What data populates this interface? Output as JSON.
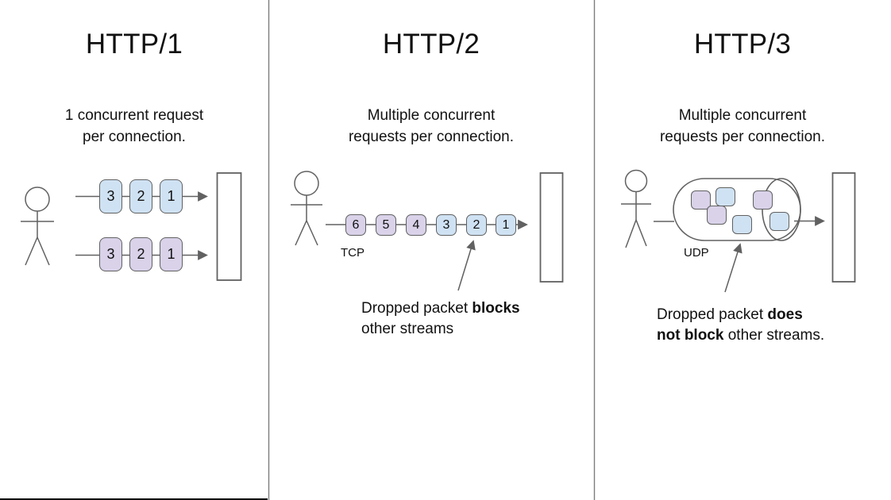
{
  "palette": {
    "packet_blue": "#cfe2f3",
    "packet_purple": "#d9d2e9",
    "stroke_gray": "#616161",
    "divider_gray": "#7d7d7d"
  },
  "http1": {
    "title": "HTTP/1",
    "subtitle_line1": "1 concurrent request",
    "subtitle_line2": "per connection.",
    "lanes": [
      {
        "color": "blue",
        "packets": [
          "3",
          "2",
          "1"
        ]
      },
      {
        "color": "purple",
        "packets": [
          "3",
          "2",
          "1"
        ]
      }
    ]
  },
  "http2": {
    "title": "HTTP/2",
    "subtitle_line1": "Multiple concurrent",
    "subtitle_line2": "requests per connection.",
    "protocol_label": "TCP",
    "packets": [
      {
        "label": "6",
        "color": "purple"
      },
      {
        "label": "5",
        "color": "purple"
      },
      {
        "label": "4",
        "color": "purple"
      },
      {
        "label": "3",
        "color": "blue"
      },
      {
        "label": "2",
        "color": "blue"
      },
      {
        "label": "1",
        "color": "blue"
      }
    ],
    "annotation": {
      "line1_normal": "Dropped packet ",
      "line1_bold": "blocks",
      "line2_normal": "other streams"
    }
  },
  "http3": {
    "title": "HTTP/3",
    "subtitle_line1": "Multiple concurrent",
    "subtitle_line2": "requests per connection.",
    "protocol_label": "UDP",
    "packet_colors": [
      "purple",
      "blue",
      "purple",
      "blue",
      "purple",
      "blue"
    ],
    "annotation": {
      "line1_normal": "Dropped packet ",
      "line1_bold": "does",
      "line2_bold": "not block",
      "line2_normal": " other streams."
    }
  }
}
